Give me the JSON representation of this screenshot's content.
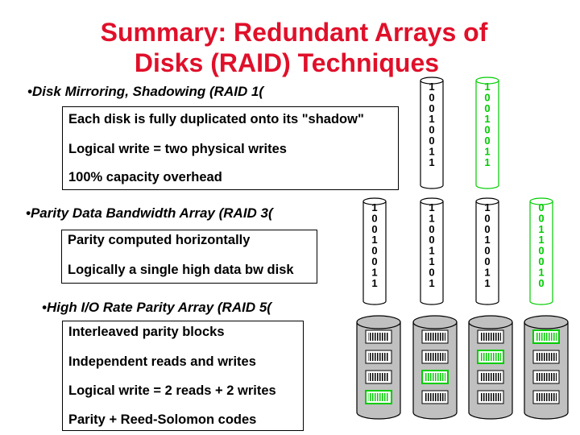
{
  "title": {
    "line1": "Summary: Redundant Arrays of",
    "line2": "Disks (RAID) Techniques"
  },
  "raid1": {
    "bullet": "•Disk Mirroring, Shadowing (RAID 1(",
    "lines": [
      "Each disk is fully duplicated onto its \"shadow\"",
      "Logical write = two physical writes",
      "100% capacity overhead"
    ],
    "disks": [
      {
        "bits": [
          "1",
          "0",
          "0",
          "1",
          "0",
          "0",
          "1",
          "1"
        ],
        "color": "#000000"
      },
      {
        "bits": [
          "1",
          "0",
          "0",
          "1",
          "0",
          "0",
          "1",
          "1"
        ],
        "color": "#00cc00"
      }
    ]
  },
  "raid3": {
    "bullet": "•Parity Data Bandwidth Array (RAID 3(",
    "lines": [
      "Parity computed horizontally",
      "Logically a single high data bw disk"
    ],
    "disks": [
      {
        "bits": [
          "1",
          "0",
          "0",
          "1",
          "0",
          "0",
          "1",
          "1"
        ],
        "color": "#000000"
      },
      {
        "bits": [
          "1",
          "1",
          "0",
          "0",
          "1",
          "1",
          "0",
          "1"
        ],
        "color": "#000000"
      },
      {
        "bits": [
          "1",
          "0",
          "0",
          "1",
          "0",
          "0",
          "1",
          "1"
        ],
        "color": "#000000"
      },
      {
        "bits": [
          "0",
          "0",
          "1",
          "1",
          "0",
          "0",
          "1",
          "0"
        ],
        "color": "#00cc00"
      }
    ]
  },
  "raid5": {
    "bullet": "•High I/O Rate Parity Array (RAID 5(",
    "lines": [
      "Interleaved parity blocks",
      "Independent reads and writes",
      "Logical write = 2 reads + 2 writes",
      "Parity + Reed-Solomon codes"
    ]
  },
  "colors": {
    "title": "#e0102a",
    "parity": "#00cc00",
    "disk_fill": "#c0c0c0"
  }
}
